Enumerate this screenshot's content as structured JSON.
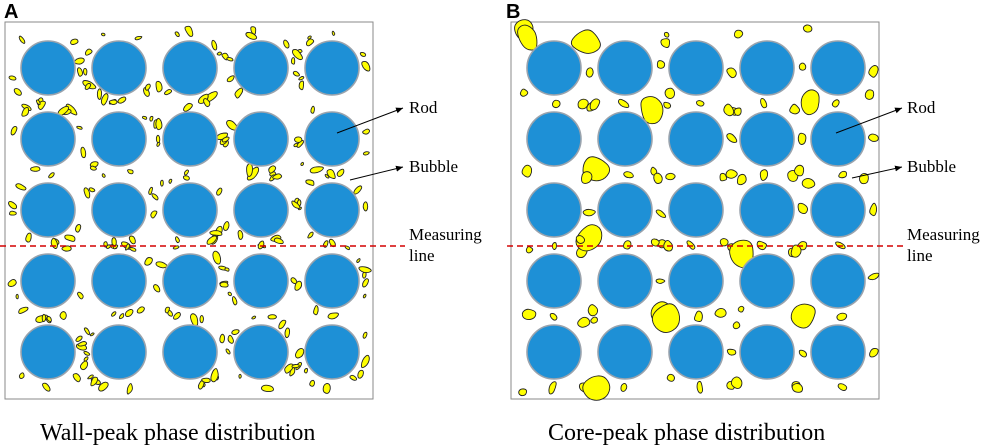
{
  "colors": {
    "rod": "#1e90d6",
    "bubble": "#ffff00",
    "measuring_line": "#d40000"
  },
  "panels": [
    {
      "letter": "A",
      "label_rod": "Rod",
      "label_bubble": "Bubble",
      "label_measuring_1": "Measuring",
      "label_measuring_2": "line",
      "caption": "Wall-peak phase distribution",
      "distribution": "wall-peak"
    },
    {
      "letter": "B",
      "label_rod": "Rod",
      "label_bubble": "Bubble",
      "label_measuring_1": "Measuring",
      "label_measuring_2": "line",
      "caption": "Core-peak phase distribution",
      "distribution": "core-peak"
    }
  ]
}
